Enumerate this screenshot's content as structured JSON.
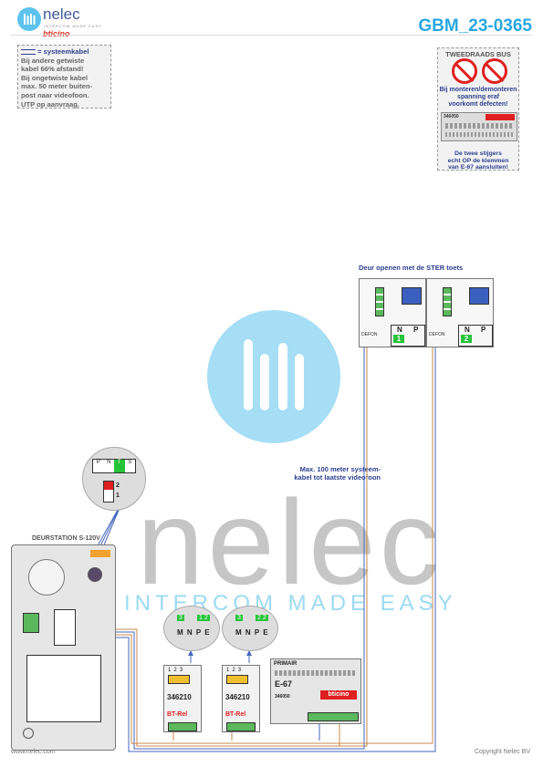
{
  "header": {
    "brand_name": "nelec",
    "brand_sub": "INTERCOM MADE EASY",
    "brand_partner": "bticino",
    "doc_id": "GBM_23-0365"
  },
  "cable_note": {
    "title": "= systeemkabel",
    "lines": [
      "Bij andere getwiste",
      "kabel 66% afstand!",
      "Bij ongetwiste kabel",
      "max. 50 meter buiten-",
      "post naar videofoon.",
      "UTP op aanvraag."
    ]
  },
  "warning": {
    "title": "TWEEDRAADS BUS",
    "text_lines": [
      "Bij monteren/demonteren",
      "spanning eraf",
      "voorkomt defecten!"
    ],
    "part": "346050",
    "instruction_lines": [
      "De twee stijgers",
      "echt OP de klemmen",
      "van E-67 aansluiten!"
    ],
    "colors": {
      "red": "#e02020",
      "blue": "#2d3f8f"
    }
  },
  "diagram": {
    "ster_title": "Deur openen met de STER toets",
    "distance_note": [
      "Max. 100 meter systeem-",
      "kabel tot laatste videofoon"
    ],
    "door_station": "DEURSTATION S-120V",
    "switch_terminals": [
      "P",
      "N",
      "T",
      "S"
    ],
    "switch_digits": [
      "2",
      "1"
    ],
    "monitors": [
      {
        "N": "N",
        "P": "P",
        "id": "1",
        "defon": "DEFON"
      },
      {
        "N": "N",
        "P": "P",
        "id": "2",
        "defon": "DEFON"
      }
    ],
    "relay_units": [
      {
        "terminals": [
          "1",
          "2",
          "3"
        ],
        "code": "346210",
        "brand": "BT-Rel",
        "bubble_left": "3",
        "bubble_right": "1 2",
        "bubble_labels": "M N P E"
      },
      {
        "terminals": [
          "1",
          "2",
          "3"
        ],
        "code": "346210",
        "brand": "BT-Rel",
        "bubble_left": "3",
        "bubble_right": "2 2",
        "bubble_labels": "M N P E"
      }
    ],
    "power": {
      "primary": "PRIMAIR",
      "model": "E-67",
      "part": "346050",
      "brand": "bticino"
    },
    "watermark": {
      "name": "nelec",
      "slogan": "INTERCOM MADE EASY"
    }
  },
  "footer": {
    "left": "www.nelec.com",
    "right": "Copyright Nelec BV"
  }
}
